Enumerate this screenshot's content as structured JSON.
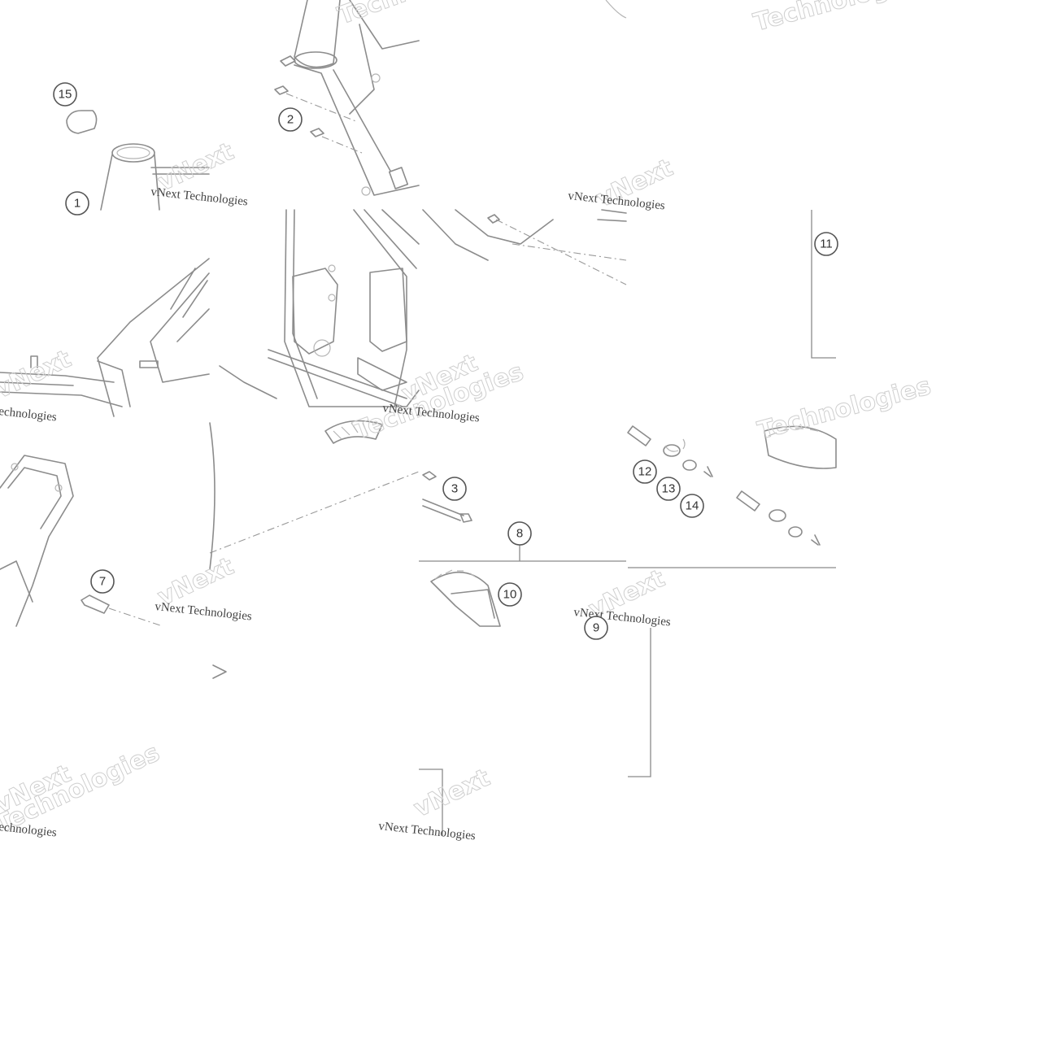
{
  "callouts": [
    "1",
    "2",
    "3",
    "7",
    "8",
    "9",
    "10",
    "11",
    "12",
    "13",
    "14",
    "15"
  ],
  "watermark": {
    "text": "vNext Technologies",
    "word1": "vNext",
    "word2": "Technologies"
  },
  "colors": {
    "line": "#8c8c8c",
    "callout_stroke": "#555555",
    "watermark": "#cfcfcf",
    "background": "#ffffff"
  }
}
